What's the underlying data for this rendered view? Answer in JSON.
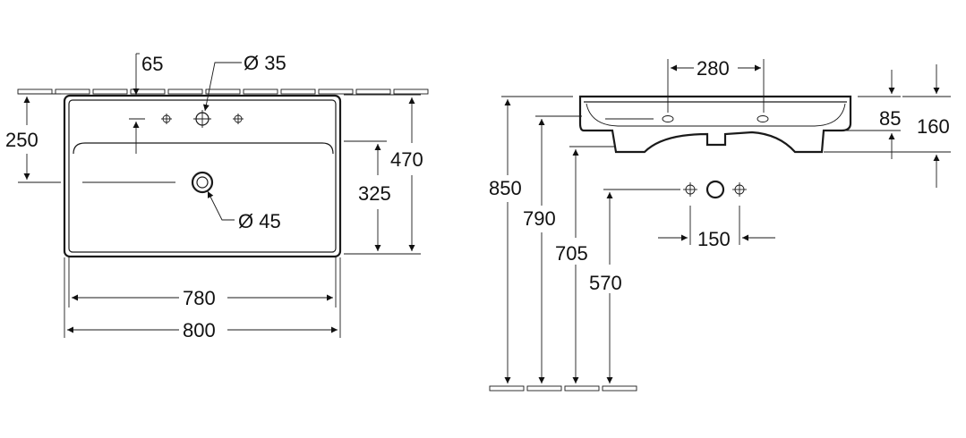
{
  "dimensions": {
    "top_hole_offset": "65",
    "tap_hole_diameter": "Ø 35",
    "drain_diameter": "Ø 45",
    "rim_to_drain_depth": "250",
    "bowl_depth_front": "325",
    "overall_depth": "470",
    "inner_width": "780",
    "overall_width": "800",
    "tap_spacing": "280",
    "rim_height": "85",
    "total_height": "160",
    "install_height": "850",
    "rim_floor_790": "790",
    "underside_floor_705": "705",
    "drain_floor_570": "570",
    "side_hole_spacing": "150"
  },
  "colors": {
    "line": "#1a1a1a",
    "background": "#ffffff"
  }
}
